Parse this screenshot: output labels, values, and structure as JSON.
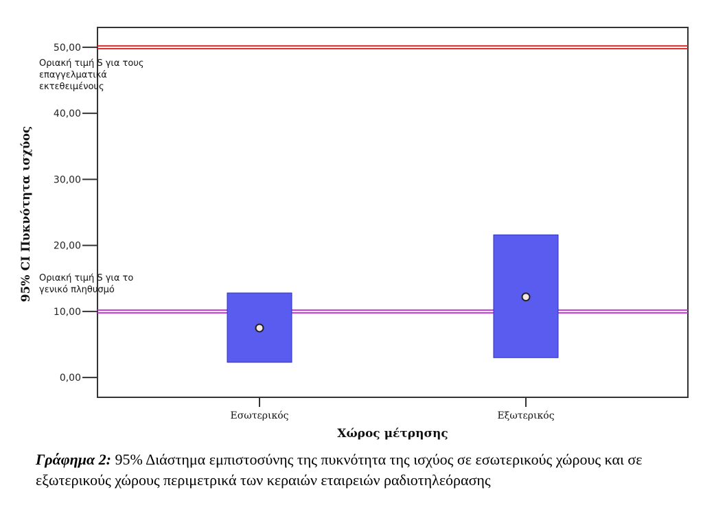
{
  "chart_data": {
    "type": "error-bar",
    "xlabel": "Χώρος μέτρησης",
    "ylabel": "95% CI Πυκνότητα ισχύος",
    "ylim": [
      -3,
      53
    ],
    "yticks": [
      0,
      10,
      20,
      30,
      40,
      50
    ],
    "ytick_labels": [
      "0,00",
      "10,00",
      "20,00",
      "30,00",
      "40,00",
      "50,00"
    ],
    "categories": [
      "Εσωτερικός",
      "Εξωτερικός"
    ],
    "series": [
      {
        "mean": [
          7.5,
          12.2
        ],
        "ci_lower": [
          2.3,
          3.0
        ],
        "ci_upper": [
          12.8,
          21.6
        ]
      }
    ],
    "reference_lines": [
      {
        "y": 50,
        "label": "Οριακή τιμή S για τους επαγγελματικά εκτεθειμένους",
        "label_lines": [
          "Οριακή τιμή S για τους",
          "επαγγελματικά",
          "εκτεθειμένους"
        ],
        "color": "#d42a2a"
      },
      {
        "y": 10,
        "label": "Οριακή τιμή S για το γενικό πληθυσμό",
        "label_lines": [
          "Οριακή τιμή S για το",
          "γενικό πληθυσμό"
        ],
        "color": "#cc33dd"
      }
    ],
    "bar_color": "#5a5cef"
  },
  "caption": {
    "label": "Γράφημα 2:",
    "text": " 95% Διάστημα εμπιστοσύνης της πυκνότητα της ισχύος σε εσωτερικούς χώρους και σε εξωτερικούς χώρους περιμετρικά των κεραιών εταιρειών ραδιοτηλεόρασης"
  }
}
